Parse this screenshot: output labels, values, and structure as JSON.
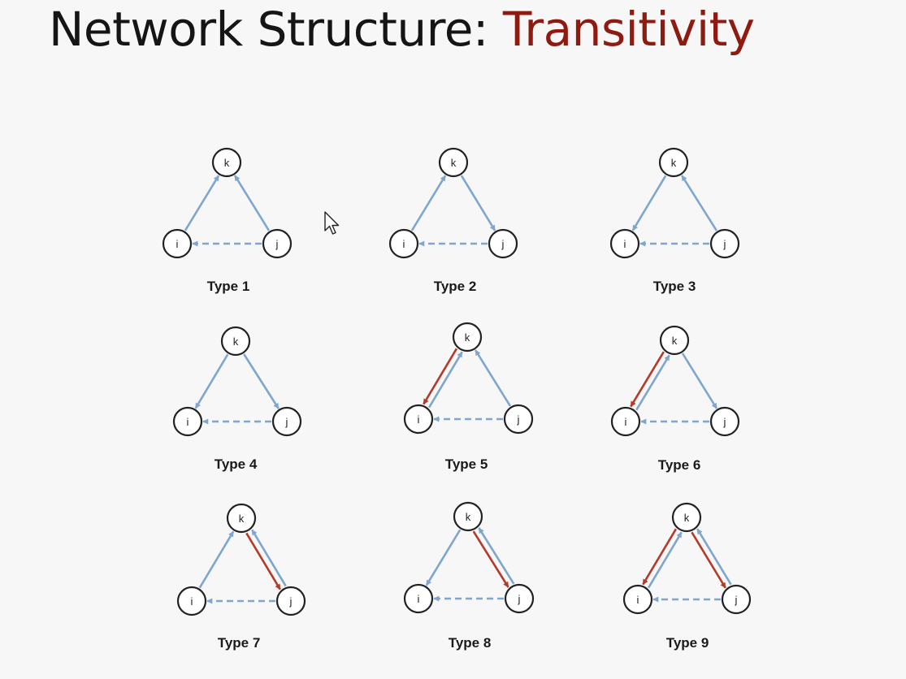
{
  "title": {
    "main": "Network Structure: ",
    "accent": "Transitivity"
  },
  "colors": {
    "blue": "#7fa6cf",
    "red": "#b43a2a",
    "accent": "#8e1a10"
  },
  "node_labels": {
    "i": "i",
    "j": "j",
    "k": "k"
  },
  "triads": [
    {
      "label": "Type 1",
      "edges": [
        {
          "from": "j",
          "to": "i",
          "style": "dashed",
          "color": "blue"
        },
        {
          "from": "i",
          "to": "k",
          "style": "solid",
          "color": "blue"
        },
        {
          "from": "j",
          "to": "k",
          "style": "solid",
          "color": "blue"
        }
      ]
    },
    {
      "label": "Type 2",
      "edges": [
        {
          "from": "j",
          "to": "i",
          "style": "dashed",
          "color": "blue"
        },
        {
          "from": "i",
          "to": "k",
          "style": "solid",
          "color": "blue"
        },
        {
          "from": "k",
          "to": "j",
          "style": "solid",
          "color": "blue"
        }
      ]
    },
    {
      "label": "Type 3",
      "edges": [
        {
          "from": "j",
          "to": "i",
          "style": "dashed",
          "color": "blue"
        },
        {
          "from": "k",
          "to": "i",
          "style": "solid",
          "color": "blue"
        },
        {
          "from": "j",
          "to": "k",
          "style": "solid",
          "color": "blue"
        }
      ]
    },
    {
      "label": "Type 4",
      "edges": [
        {
          "from": "j",
          "to": "i",
          "style": "dashed",
          "color": "blue"
        },
        {
          "from": "k",
          "to": "i",
          "style": "solid",
          "color": "blue"
        },
        {
          "from": "k",
          "to": "j",
          "style": "solid",
          "color": "blue"
        }
      ]
    },
    {
      "label": "Type 5",
      "edges": [
        {
          "from": "j",
          "to": "i",
          "style": "dashed",
          "color": "blue"
        },
        {
          "from": "i",
          "to": "k",
          "style": "solid",
          "color": "blue"
        },
        {
          "from": "k",
          "to": "i",
          "style": "solid",
          "color": "red"
        },
        {
          "from": "j",
          "to": "k",
          "style": "solid",
          "color": "blue"
        }
      ]
    },
    {
      "label": "Type 6",
      "edges": [
        {
          "from": "j",
          "to": "i",
          "style": "dashed",
          "color": "blue"
        },
        {
          "from": "i",
          "to": "k",
          "style": "solid",
          "color": "blue"
        },
        {
          "from": "k",
          "to": "i",
          "style": "solid",
          "color": "red"
        },
        {
          "from": "k",
          "to": "j",
          "style": "solid",
          "color": "blue"
        }
      ]
    },
    {
      "label": "Type 7",
      "edges": [
        {
          "from": "j",
          "to": "i",
          "style": "dashed",
          "color": "blue"
        },
        {
          "from": "i",
          "to": "k",
          "style": "solid",
          "color": "blue"
        },
        {
          "from": "k",
          "to": "j",
          "style": "solid",
          "color": "red"
        },
        {
          "from": "j",
          "to": "k",
          "style": "solid",
          "color": "blue"
        }
      ]
    },
    {
      "label": "Type 8",
      "edges": [
        {
          "from": "j",
          "to": "i",
          "style": "dashed",
          "color": "blue"
        },
        {
          "from": "k",
          "to": "i",
          "style": "solid",
          "color": "blue"
        },
        {
          "from": "k",
          "to": "j",
          "style": "solid",
          "color": "red"
        },
        {
          "from": "j",
          "to": "k",
          "style": "solid",
          "color": "blue"
        }
      ]
    },
    {
      "label": "Type 9",
      "edges": [
        {
          "from": "j",
          "to": "i",
          "style": "dashed",
          "color": "blue"
        },
        {
          "from": "k",
          "to": "i",
          "style": "solid",
          "color": "red"
        },
        {
          "from": "i",
          "to": "k",
          "style": "solid",
          "color": "blue"
        },
        {
          "from": "k",
          "to": "j",
          "style": "solid",
          "color": "red"
        },
        {
          "from": "j",
          "to": "k",
          "style": "solid",
          "color": "blue"
        }
      ]
    }
  ]
}
